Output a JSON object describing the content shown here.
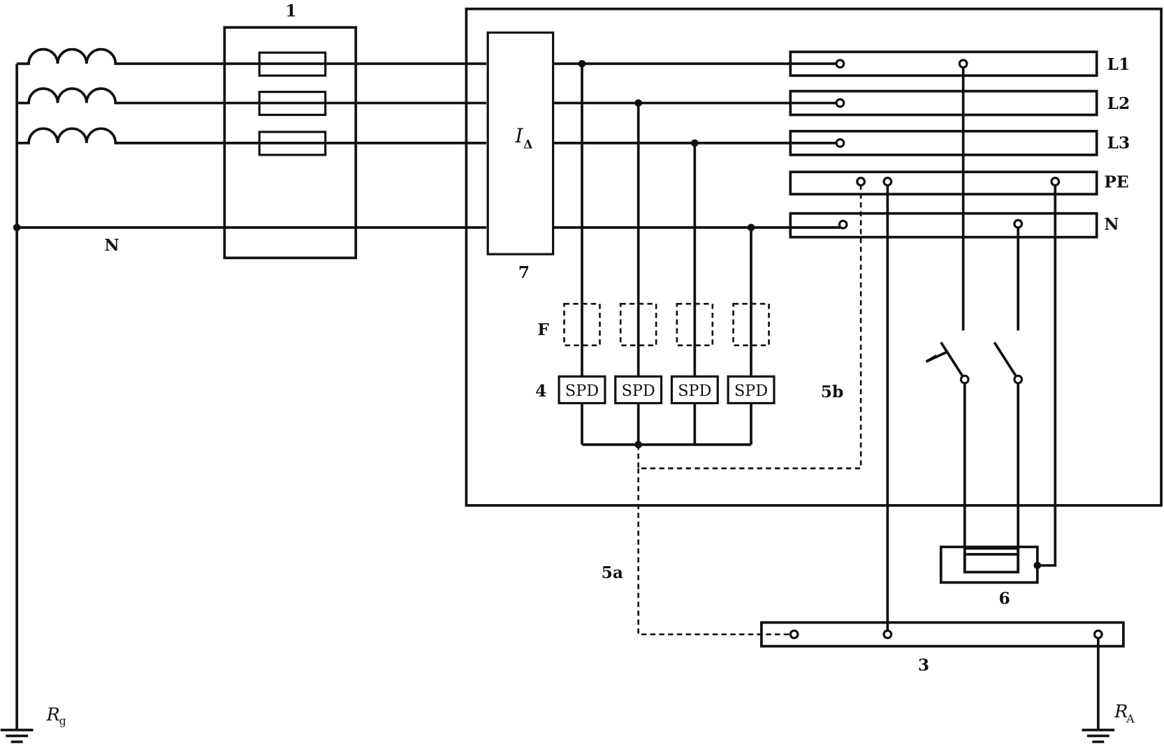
{
  "labels": {
    "distribution_box": "1",
    "neutral_source": "N",
    "rcd_symbol": "I",
    "rcd_subscript": "Δ",
    "rcd": "7",
    "bus_l1": "L1",
    "bus_l2": "L2",
    "bus_l3": "L3",
    "bus_pe": "PE",
    "bus_n": "N",
    "fuse": "F",
    "spd_group": "4",
    "spd": [
      "SPD",
      "SPD",
      "SPD",
      "SPD"
    ],
    "conn_5a": "5a",
    "conn_5b": "5b",
    "equipment": "6",
    "earth_bar": "3",
    "rg_main": "R",
    "rg_sub": "g",
    "ra_main": "R",
    "ra_sub": "A"
  }
}
